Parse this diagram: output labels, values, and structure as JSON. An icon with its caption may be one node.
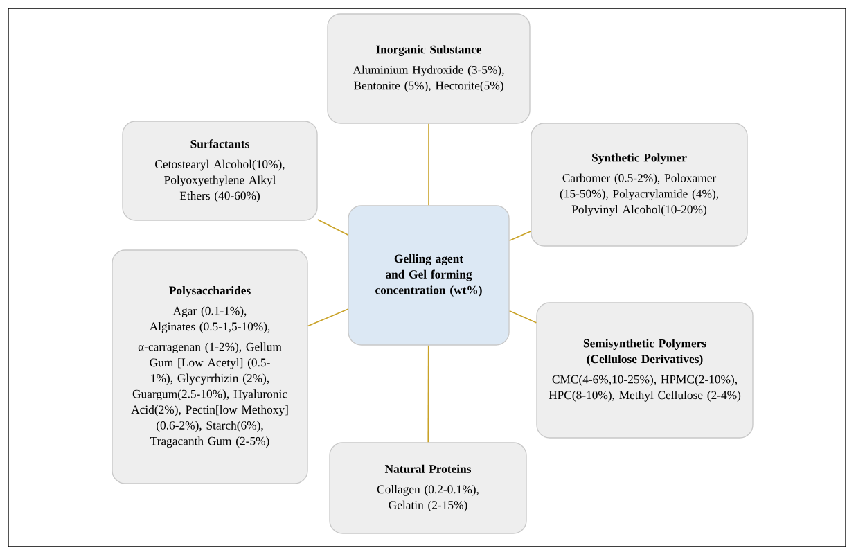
{
  "diagram": {
    "nodes": [
      {
        "text": [
          "Inorganic Substance",
          "Aluminium Hydroxide (3-5%), Bentonite (5%), Hectorite(5%)"
        ]
      },
      {
        "text": [
          "Surfactants",
          "Cetostearyl Alcohol(10%), Polyoxyethylene Alkyl Ethers (40-60%)"
        ]
      },
      {
        "text": [
          "Synthetic Polymer",
          "Carbomer (0.5-2%), Poloxamer (15-50%), Polyacrylamide (4%), Polyvinyl Alcohol(10-20%)"
        ]
      },
      {
        "text": [
          "Gelling agent and Gel forming concentration (wt%)"
        ]
      },
      {
        "text": [
          "Polysaccharides",
          "Agar (0.1-1%), Alginates (0.5-1,5-10%),",
          "α-carragenan (1-2%), Gellum Gum [Low Acetyl] (0.5-1%), Glycyrrhizin (2%), Guargum(2.5-10%), Hyaluronic Acid(2%), Pectin[low Methoxy] (0.6-2%), Starch(6%), Tragacanth Gum (2-5%)"
        ]
      },
      {
        "text": [
          "Semisynthetic Polymers (Cellulose Derivatives)",
          "CMC(4-6%,10-25%), HPMC(2-10%), HPC(8-10%), Methyl Cellulose (2-4%)"
        ]
      },
      {
        "text": [
          "Natural Proteins",
          "Collagen (0.2-0.1%), Gelatin (2-15%)"
        ]
      }
    ],
    "edges": [
      {
        "from": 3,
        "to": 0,
        "arrow": "none"
      },
      {
        "from": 3,
        "to": 1,
        "arrow": "none"
      },
      {
        "from": 3,
        "to": 2,
        "arrow": "none"
      },
      {
        "from": 3,
        "to": 4,
        "arrow": "none"
      },
      {
        "from": 3,
        "to": 5,
        "arrow": "none"
      },
      {
        "from": 3,
        "to": 6,
        "arrow": "none"
      }
    ]
  }
}
